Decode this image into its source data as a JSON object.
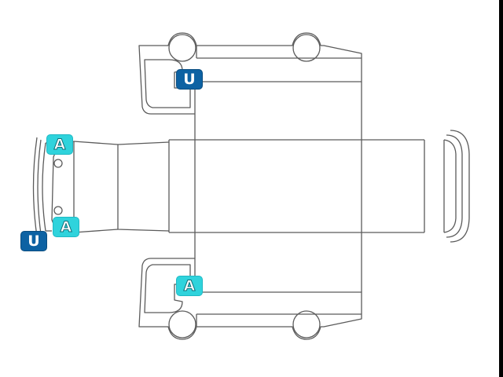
{
  "colors": {
    "outline": "#5b5b5b",
    "marker_u_bg": "#0d62a3",
    "marker_a_bg": "#2fd3dc"
  },
  "markers": {
    "top_door": "U",
    "front_upper": "A",
    "front_lower": "A",
    "front_left": "U",
    "bottom_door": "A"
  }
}
